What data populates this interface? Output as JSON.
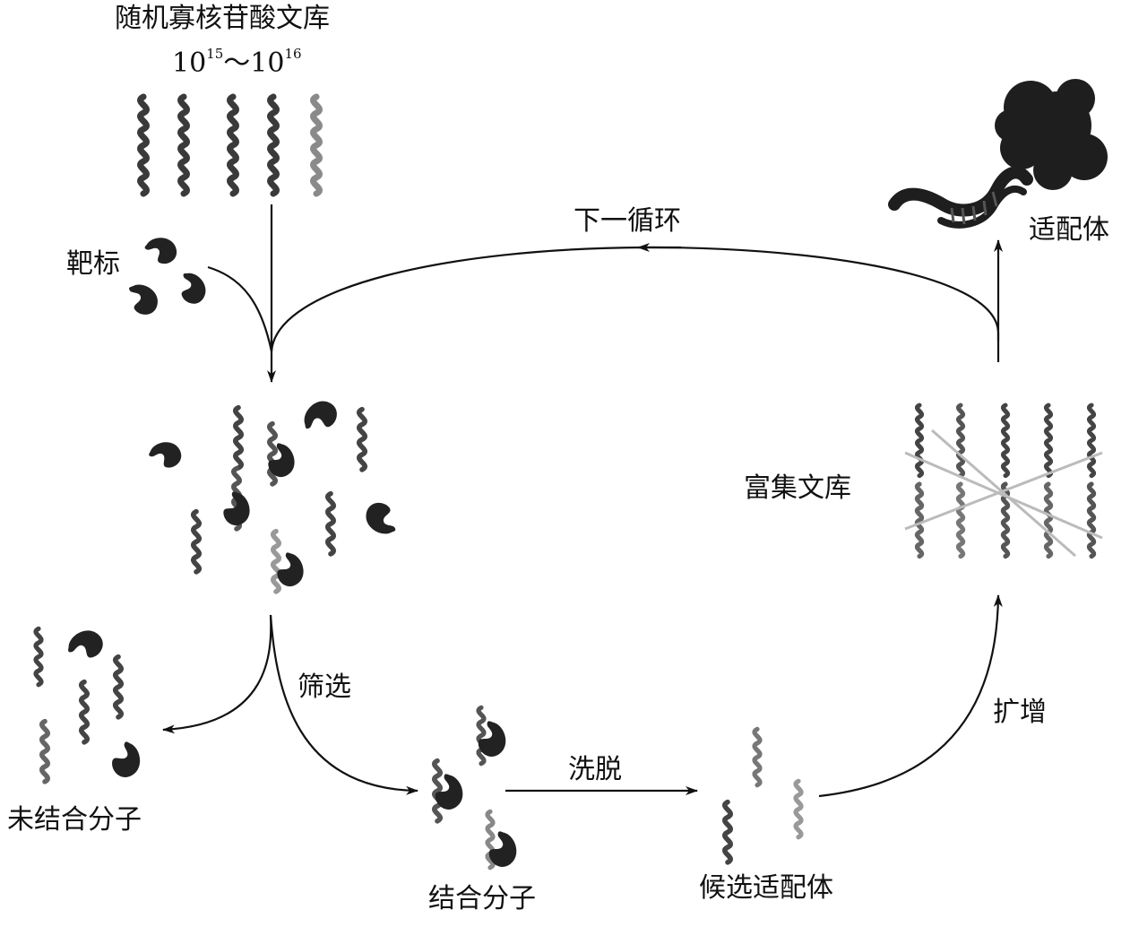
{
  "labels": {
    "library_title": "随机寡核苷酸文库",
    "library_size_base1": "10",
    "library_size_exp1": "15",
    "library_size_sep": "～",
    "library_size_base2": "10",
    "library_size_exp2": "16",
    "target": "靶标",
    "next_cycle": "下一循环",
    "aptamer": "适配体",
    "enriched_library": "富集文库",
    "screening": "筛选",
    "unbound_molecules": "未结合分子",
    "bound_molecules": "结合分子",
    "elution": "洗脱",
    "candidate_aptamers": "候选适配体",
    "amplification": "扩增"
  }
}
